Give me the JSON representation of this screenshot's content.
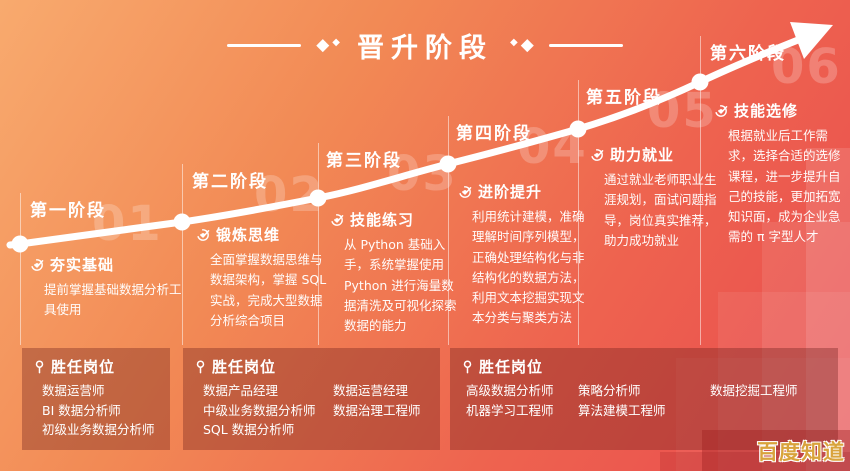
{
  "title": {
    "text": "晋升阶段"
  },
  "watermark": "百度知道",
  "colors": {
    "bg_top_left": "#F8AA6E",
    "bg_bottom_right": "#E94B4F",
    "text": "#FFFFFF",
    "panel_overlay": "rgba(105,30,26,0.35)",
    "ghost_number": "rgba(255,255,255,0.22)",
    "watermark_gold": "#D9A33C"
  },
  "stages": [
    {
      "label": "第一阶段",
      "number": "01",
      "icon": "target-check-icon",
      "heading": "夯实基础",
      "body": "提前掌握基础数据分析工具使用"
    },
    {
      "label": "第二阶段",
      "number": "02",
      "icon": "target-check-icon",
      "heading": "锻炼思维",
      "body": "全面掌握数据思维与数据架构，掌握 SQL 实战，完成大型数据分析综合项目"
    },
    {
      "label": "第三阶段",
      "number": "03",
      "icon": "target-check-icon",
      "heading": "技能练习",
      "body": "从 Python 基础入手，系统掌握使用 Python 进行海量数据清洗及可视化探索数据的能力"
    },
    {
      "label": "第四阶段",
      "number": "04",
      "icon": "target-check-icon",
      "heading": "进阶提升",
      "body": "利用统计建模，准确理解时间序列模型，正确处理结构化与非结构化的数据方法，利用文本挖掘实现文本分类与聚类方法"
    },
    {
      "label": "第五阶段",
      "number": "05",
      "icon": "target-check-icon",
      "heading": "助力就业",
      "body": "通过就业老师职业生涯规划，面试问题指导，岗位真实推荐，助力成功就业"
    },
    {
      "label": "第六阶段",
      "number": "06",
      "icon": "target-check-icon",
      "heading": "技能选修",
      "body": "根据就业后工作需求，选择合适的选修课程，进一步提升自己的技能，更加拓宽知识面，成为企业急需的 π 字型人才"
    }
  ],
  "panels": [
    {
      "title": "胜任岗位",
      "icon": "pin-icon",
      "columns": [
        [
          "数据运营师",
          "BI 数据分析师",
          "初级业务数据分析师"
        ]
      ]
    },
    {
      "title": "胜任岗位",
      "icon": "pin-icon",
      "columns": [
        [
          "数据产品经理",
          "中级业务数据分析师",
          "SQL 数据分析师"
        ],
        [
          "数据运营经理",
          "数据治理工程师"
        ]
      ]
    },
    {
      "title": "胜任岗位",
      "icon": "pin-icon",
      "columns": [
        [
          "高级数据分析师",
          "机器学习工程师"
        ],
        [
          "策略分析师",
          "算法建模工程师"
        ],
        [
          "数据挖掘工程师"
        ]
      ]
    }
  ]
}
